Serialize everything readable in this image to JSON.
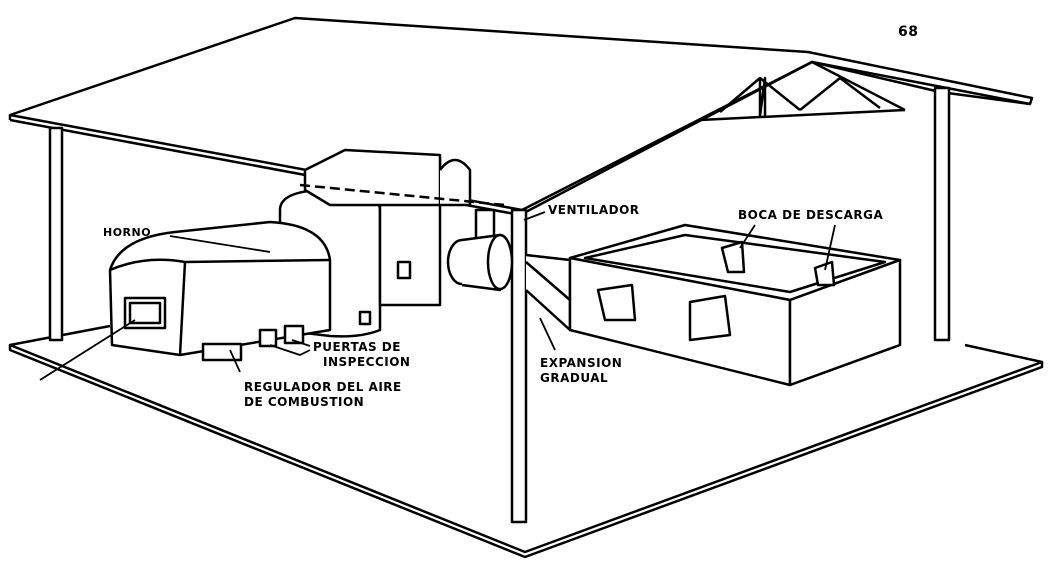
{
  "page_number": "68",
  "labels": {
    "horno": "HORNO",
    "ventilador": "VENTILADOR",
    "boca_descarga": "BOCA DE DESCARGA",
    "puertas_line1": "PUERTAS DE",
    "puertas_line2": "INSPECCION",
    "regulador_line1": "REGULADOR DEL AIRE",
    "regulador_line2": "DE COMBUSTION",
    "expansion_line1": "EXPANSION",
    "expansion_line2": "GRADUAL"
  },
  "colors": {
    "ink": "#000000",
    "paper": "#ffffff"
  }
}
